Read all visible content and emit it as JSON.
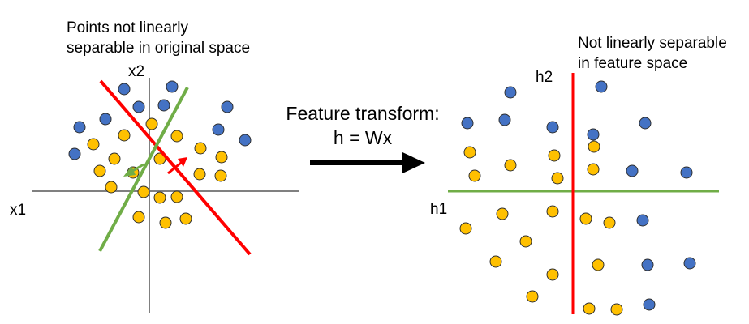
{
  "left_panel": {
    "caption_line1": "Points not linearly",
    "caption_line2": "separable in original space",
    "x_axis_label": "x1",
    "y_axis_label": "x2"
  },
  "transform": {
    "title": "Feature transform:",
    "equation": "h = Wx"
  },
  "right_panel": {
    "caption_line1": "Not linearly separable",
    "caption_line2": "in feature space",
    "x_axis_label": "h1",
    "y_axis_label": "h2"
  },
  "colors": {
    "blue_points": "#4472C4",
    "yellow_points": "#FFC000",
    "red_line": "#FF0000",
    "green_line": "#70AD47",
    "axis": "#808080",
    "arrow": "#000000"
  }
}
